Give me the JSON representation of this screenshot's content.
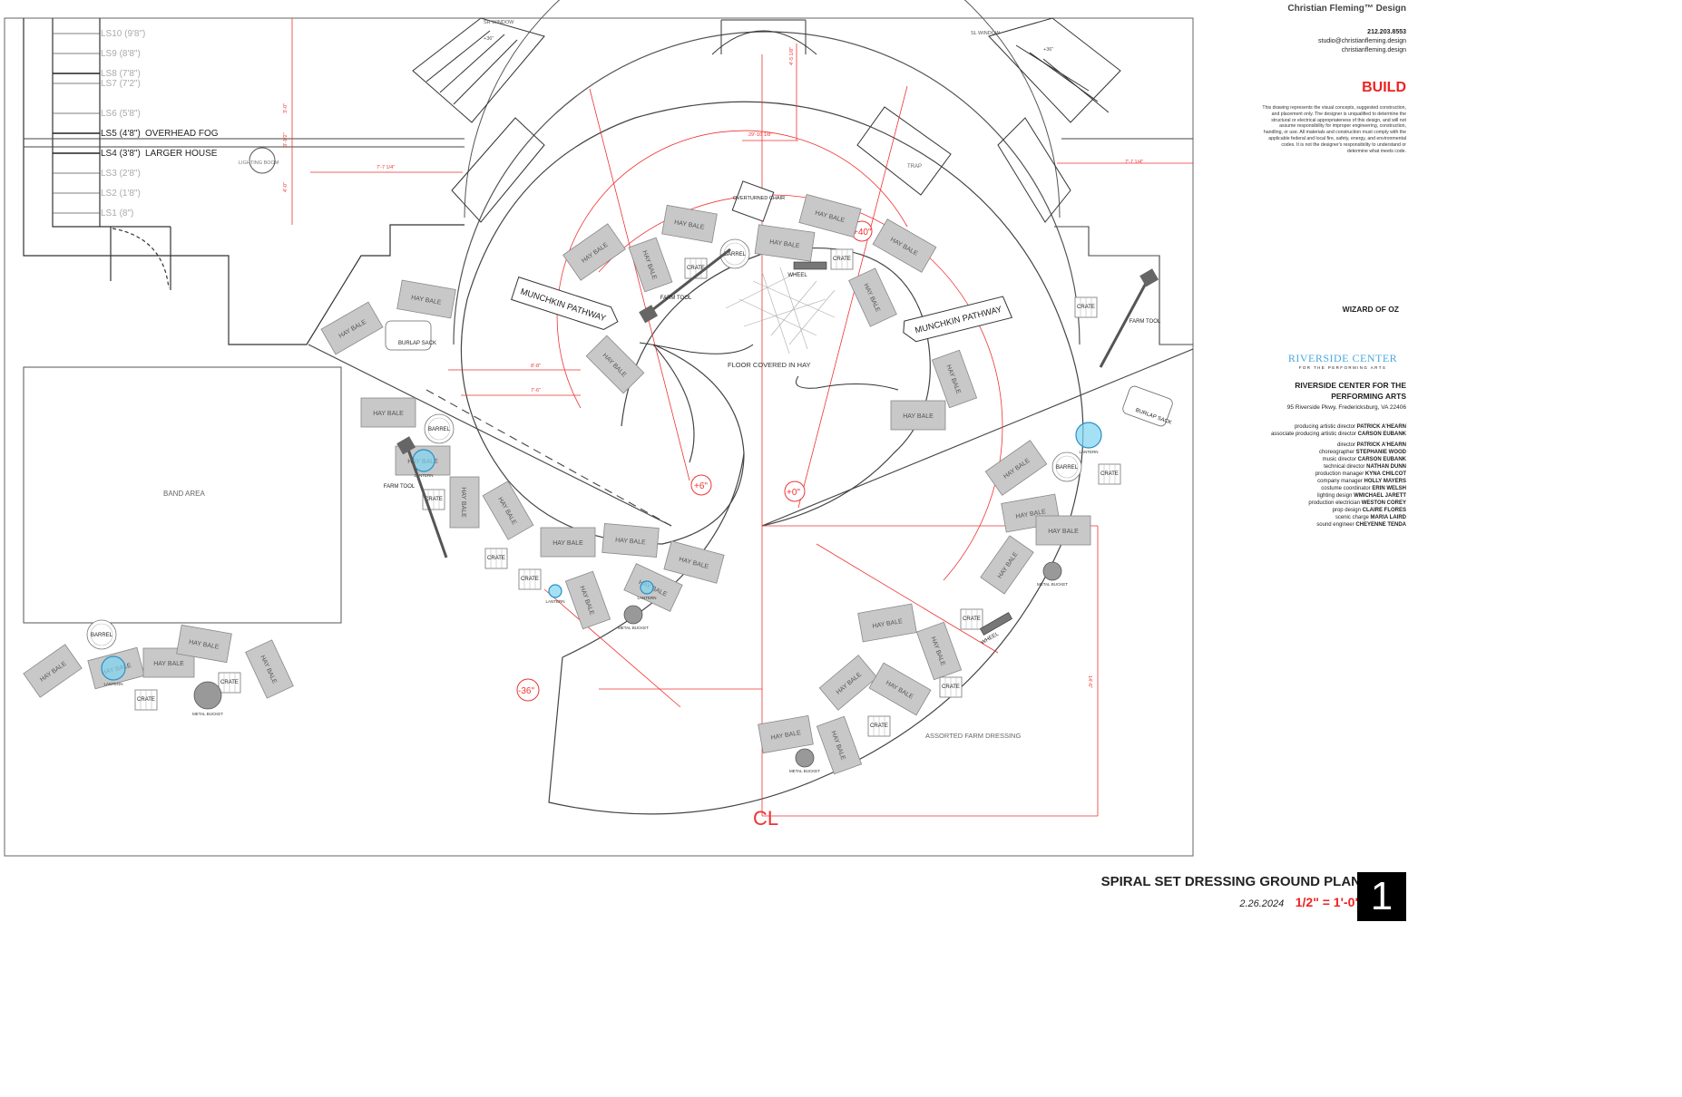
{
  "designer": {
    "name": "Christian Fleming™ Design",
    "phone": "212.203.8553",
    "email": "studio@christianfleming.design",
    "website": "christianfleming.design"
  },
  "status": "BUILD",
  "disclaimer": "This drawing represents the visual concepts, suggested construction, and placement only. The designer is unqualified to determine the structural or electrical appropriateness of this design, and will not assume responsibility for improper engineering, construction, handling, or use. All materials and construction must comply with the applicable federal and local fire, safety, energy, and environmental codes. It is not the designer's responsibility to understand or determine what meets code.",
  "show": "WIZARD OF OZ",
  "venue": {
    "logo_text": "RIVERSIDE CENTER",
    "logo_sub": "FOR THE PERFORMING ARTS",
    "name_line1": "RIVERSIDE CENTER FOR THE",
    "name_line2": "PERFORMING ARTS",
    "address": "95 Riverside Pkwy, Fredericksburg, VA 22406"
  },
  "credits": [
    {
      "role": "producing artistic director",
      "name": "PATRICK A'HEARN"
    },
    {
      "role": "associate producing artistic director",
      "name": "CARSON EUBANK"
    },
    {
      "role": "",
      "name": ""
    },
    {
      "role": "director",
      "name": "PATRICK A'HEARN"
    },
    {
      "role": "choreographer",
      "name": "STEPHANIE WOOD"
    },
    {
      "role": "music director",
      "name": "CARSON EUBANK"
    },
    {
      "role": "technical director",
      "name": "NATHAN DUNN"
    },
    {
      "role": "production manager",
      "name": "KYNA CHILCOT"
    },
    {
      "role": "company manager",
      "name": "HOLLY MAYERS"
    },
    {
      "role": "costume coordinator",
      "name": "ERIN WELSH"
    },
    {
      "role": "lighting design",
      "name": "WMICHAEL JARETT"
    },
    {
      "role": "production electrician",
      "name": "WESTON COREY"
    },
    {
      "role": "prop design",
      "name": "CLAIRE FLORES"
    },
    {
      "role": "scenic charge",
      "name": "MARIA LAIRD"
    },
    {
      "role": "sound engineer",
      "name": "CHEYENNE TENDA"
    }
  ],
  "sheet": {
    "title": "SPIRAL SET DRESSING GROUND PLAN",
    "date": "2.26.2024",
    "scale": "1/2\" = 1'-0\"",
    "number": "1"
  },
  "linesets": [
    {
      "label": "LS10 (9'8\")",
      "note": "",
      "active": false
    },
    {
      "label": "LS9 (8'8\")",
      "note": "",
      "active": false
    },
    {
      "label": "LS8 (7'8\")",
      "note": "",
      "active": false
    },
    {
      "label": "LS7 (7'2\")",
      "note": "",
      "active": false
    },
    {
      "label": "LS6 (5'8\")",
      "note": "",
      "active": false
    },
    {
      "label": "LS5 (4'8\")",
      "note": "OVERHEAD FOG",
      "active": true
    },
    {
      "label": "LS4 (3'8\")",
      "note": "LARGER HOUSE",
      "active": true
    },
    {
      "label": "LS3 (2'8\")",
      "note": "",
      "active": false
    },
    {
      "label": "LS2 (1'8\")",
      "note": "",
      "active": false
    },
    {
      "label": "LS1 (8\")",
      "note": "",
      "active": false
    }
  ],
  "labels": {
    "lighting_boom": "LIGHTING BOOM",
    "band_area": "BAND AREA",
    "sr_window": "SR WINDOW",
    "sl_window": "SL WINDOW",
    "window_height": "+36\"",
    "trap": "TRAP",
    "floor_hay": "FLOOR COVERED IN HAY",
    "munchkin": "MUNCHKIN PATHWAY",
    "farm_dressing": "ASSORTED FARM DRESSING",
    "centerline": "CL",
    "overturned_chair": "OVERTURNED CHAIR"
  },
  "elevations": [
    {
      "label": "+40\""
    },
    {
      "label": "+6\""
    },
    {
      "label": "+0\""
    },
    {
      "label": "-36\""
    }
  ],
  "dimensions": [
    "7'-7 1/4\"",
    "7'-7 1/4\"",
    "29'-10 1/8\"",
    "8'-8\"",
    "7'-6\"",
    "3'-0\"",
    "3'-1/2\"",
    "4'-0\"",
    "4'-5 1/8\"",
    "14'-6\""
  ],
  "props": {
    "hay_bale": "HAY BALE",
    "crate": "CRATE",
    "barrel": "BARREL",
    "lantern": "LANTERN",
    "farm_tool": "FARM TOOL",
    "metal_bucket": "METAL BUCKET",
    "wheel": "WHEEL",
    "burlap_sack": "BURLAP SACK"
  }
}
